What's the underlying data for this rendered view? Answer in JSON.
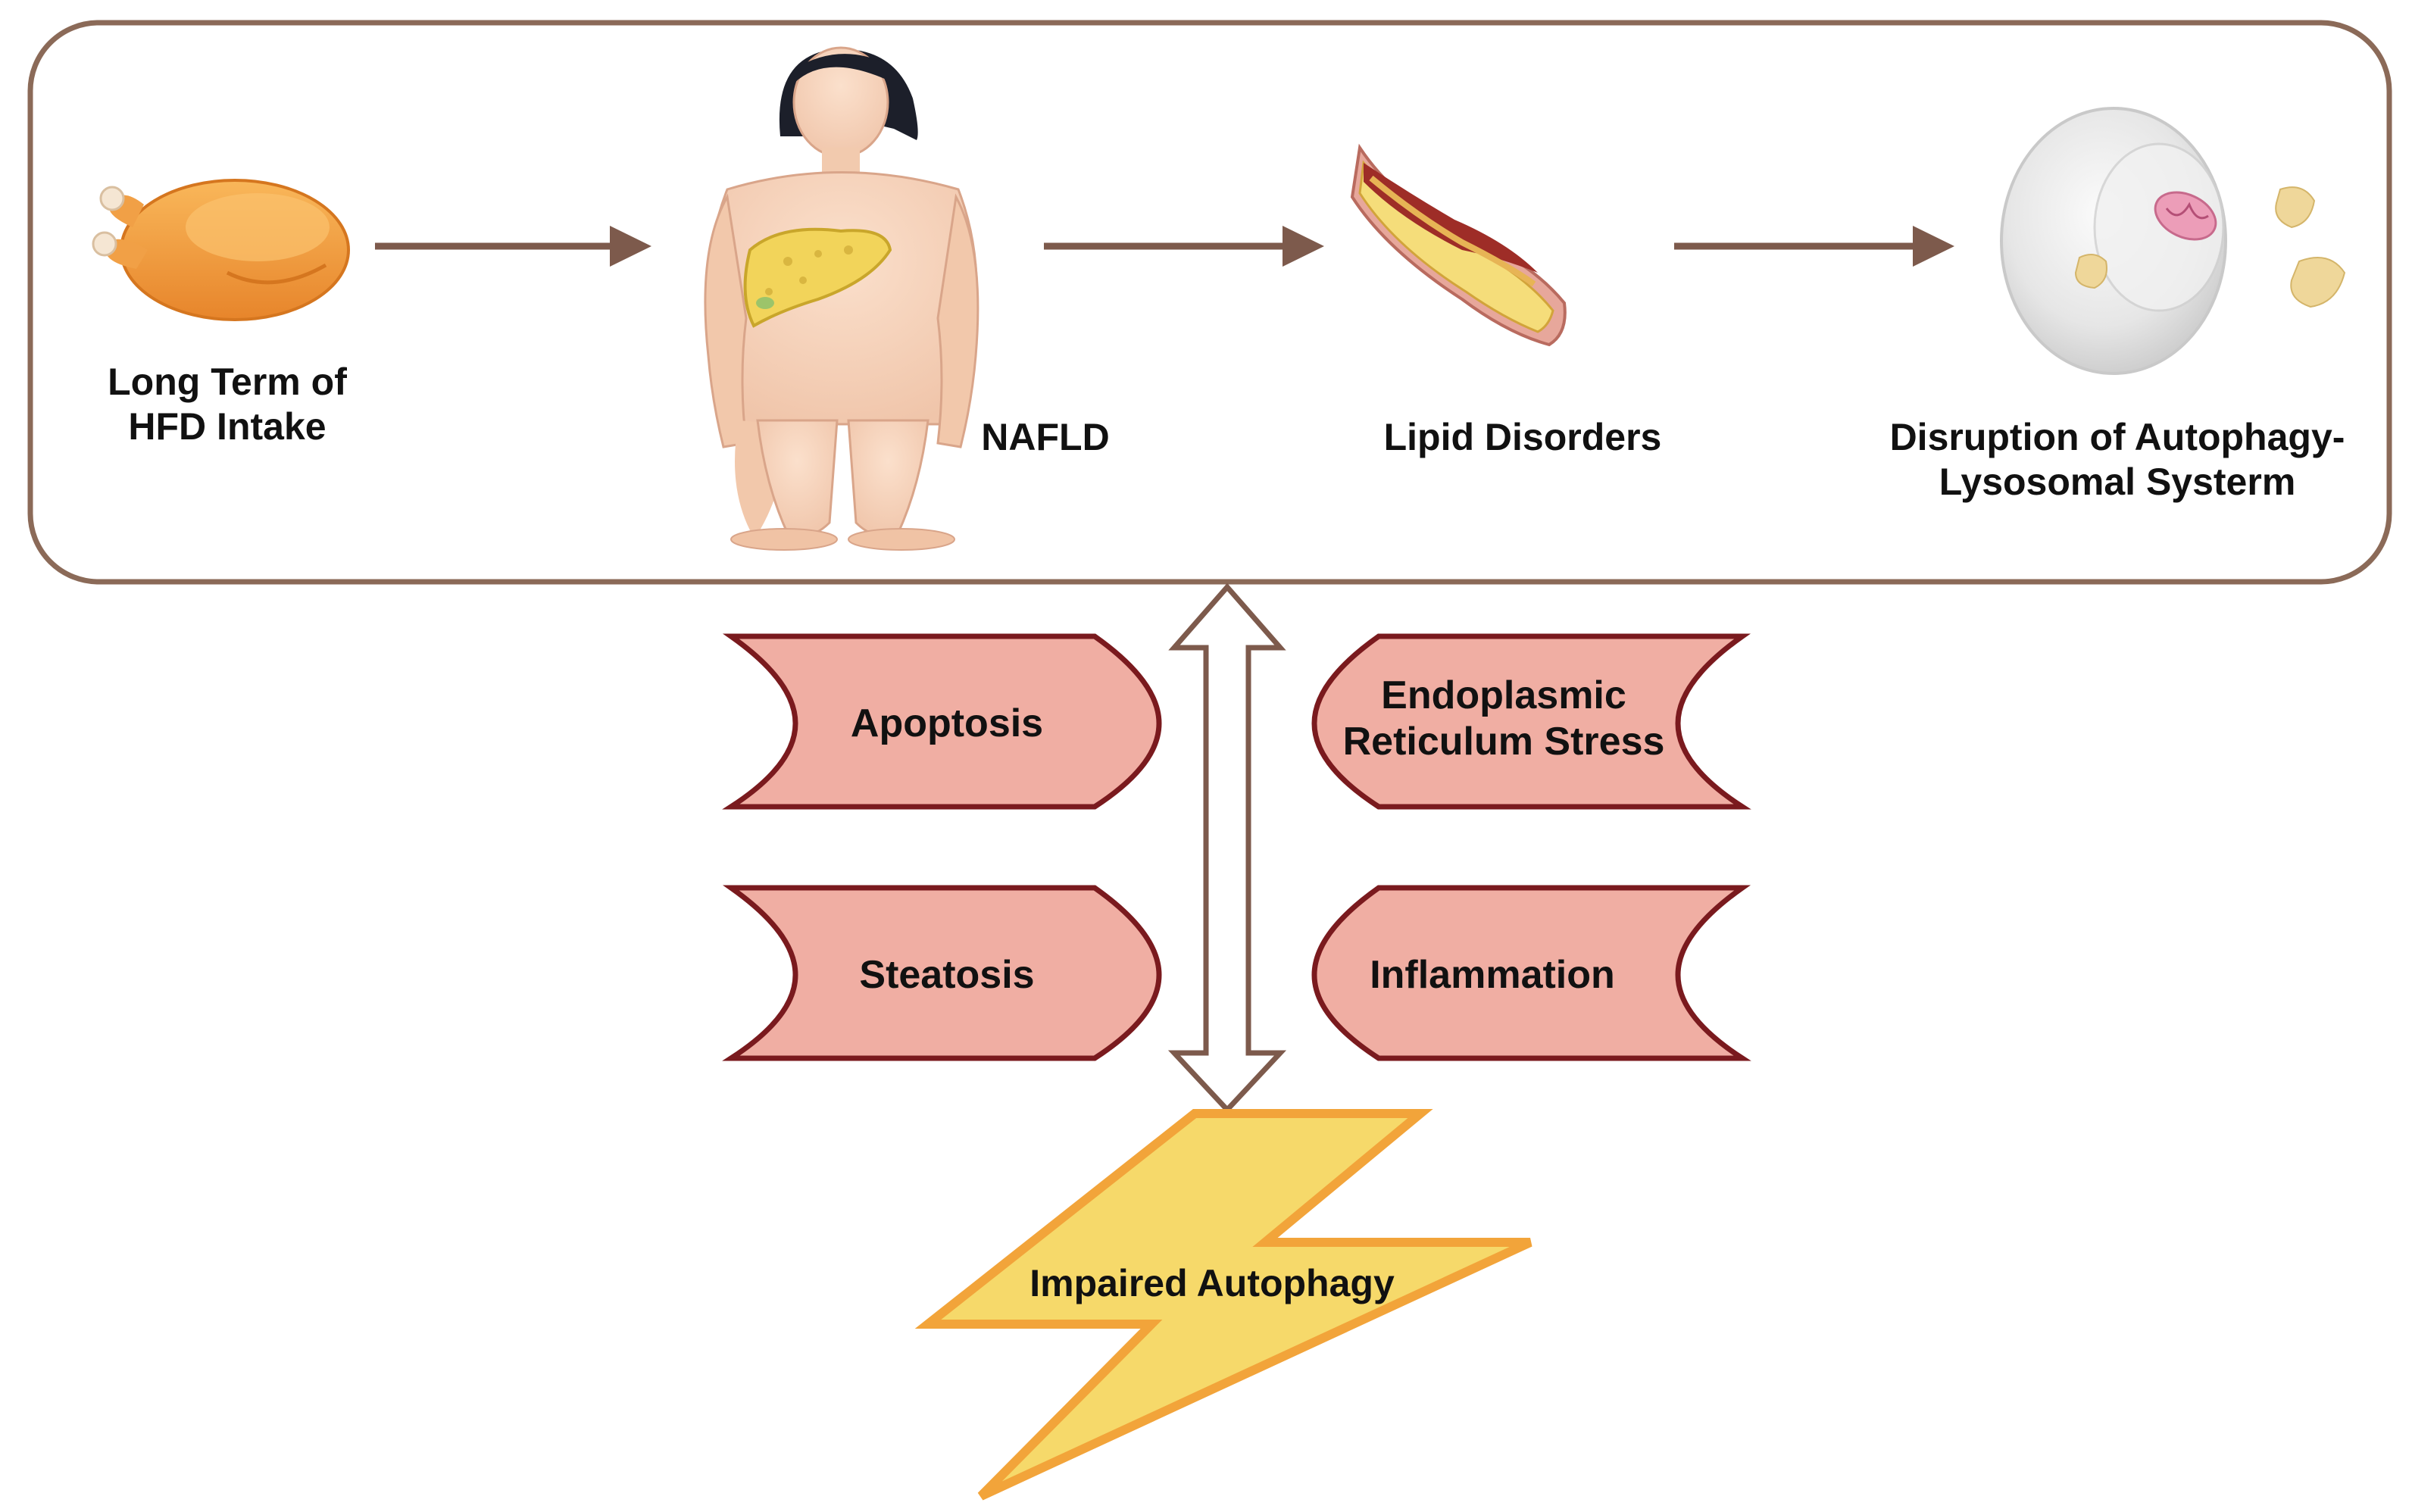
{
  "colors": {
    "frame": "#8b6a58",
    "flow_arrow": "#7d5a4c",
    "effect_fill": "#f0aea3",
    "effect_stroke": "#7a1a1e",
    "bolt_fill": "#f6d96a",
    "bolt_stroke": "#f2a43a",
    "text": "#111111"
  },
  "steps": [
    {
      "id": "hfd",
      "icon": "roast-chicken-icon",
      "lines": [
        "Long Term of",
        "HFD Intake"
      ]
    },
    {
      "id": "nafld",
      "icon": "obese-woman-fatty-liver-icon",
      "lines": [
        "NAFLD"
      ]
    },
    {
      "id": "lipid",
      "icon": "clogged-artery-icon",
      "lines": [
        "Lipid Disorders"
      ]
    },
    {
      "id": "autophagy",
      "icon": "cell-with-mitochondrion-icon",
      "lines": [
        "Disruption of Autophagy-",
        "Lysosomal Systerm"
      ]
    }
  ],
  "effects": {
    "left": [
      {
        "lines": [
          "Apoptosis"
        ]
      },
      {
        "lines": [
          "Steatosis"
        ]
      }
    ],
    "right": [
      {
        "lines": [
          "Endoplasmic",
          "Reticulum Stress"
        ]
      },
      {
        "lines": [
          "Inflammation"
        ]
      }
    ]
  },
  "outcome": {
    "label": "Impaired Autophagy",
    "icon": "lightning-bolt-icon"
  },
  "connector": {
    "icon": "double-headed-arrow-icon"
  }
}
